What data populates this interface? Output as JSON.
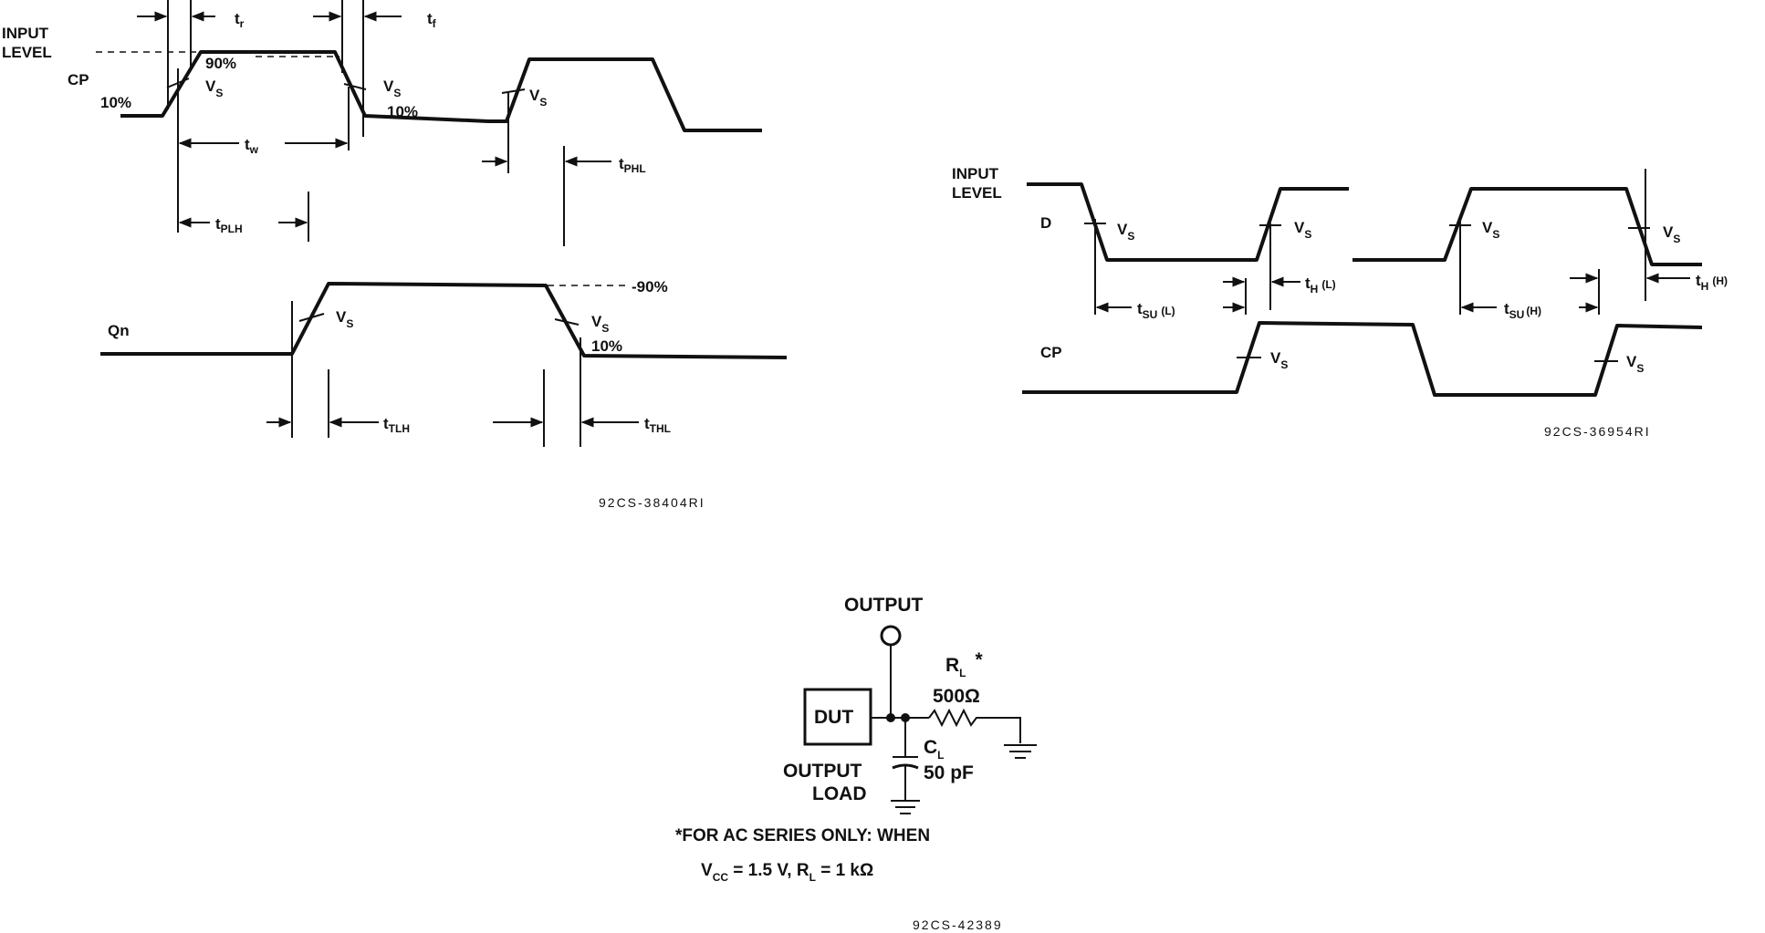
{
  "ttl_diagram": {
    "input_level": [
      "INPUT",
      "LEVEL"
    ],
    "cp": "CP",
    "qn": "Qn",
    "pct_90": "90%",
    "pct_10": "10%",
    "qn_pct_90": "-90%",
    "qn_pct_10": "10%",
    "v": "V",
    "s": "S",
    "t": "t",
    "r": "r",
    "f": "f",
    "w": "w",
    "plh": "PLH",
    "phl": "PHL",
    "tlh": "TLH",
    "thl": "THL",
    "code": "92CS-38404RI"
  },
  "setup_diagram": {
    "input_level": [
      "INPUT",
      "LEVEL"
    ],
    "d": "D",
    "cp": "CP",
    "v": "V",
    "s": "S",
    "t": "t",
    "su": "SU",
    "h": "H",
    "l_paren": "(L)",
    "h_paren": "(H)",
    "code": "92CS-36954RI"
  },
  "load_circuit": {
    "output": "OUTPUT",
    "r": "R",
    "l": "L",
    "star": "*",
    "resistor_value": "500Ω",
    "c": "C",
    "capacitor_value": "50 pF",
    "dut": "DUT",
    "output_load": [
      "OUTPUT",
      "LOAD"
    ],
    "note_line1": "*FOR AC SERIES ONLY: WHEN",
    "note_vcc": "V",
    "note_cc": "CC",
    "note_rest": " = 1.5 V, R",
    "note_l": "L",
    "note_end": " = 1 kΩ",
    "code": "92CS-42389"
  }
}
